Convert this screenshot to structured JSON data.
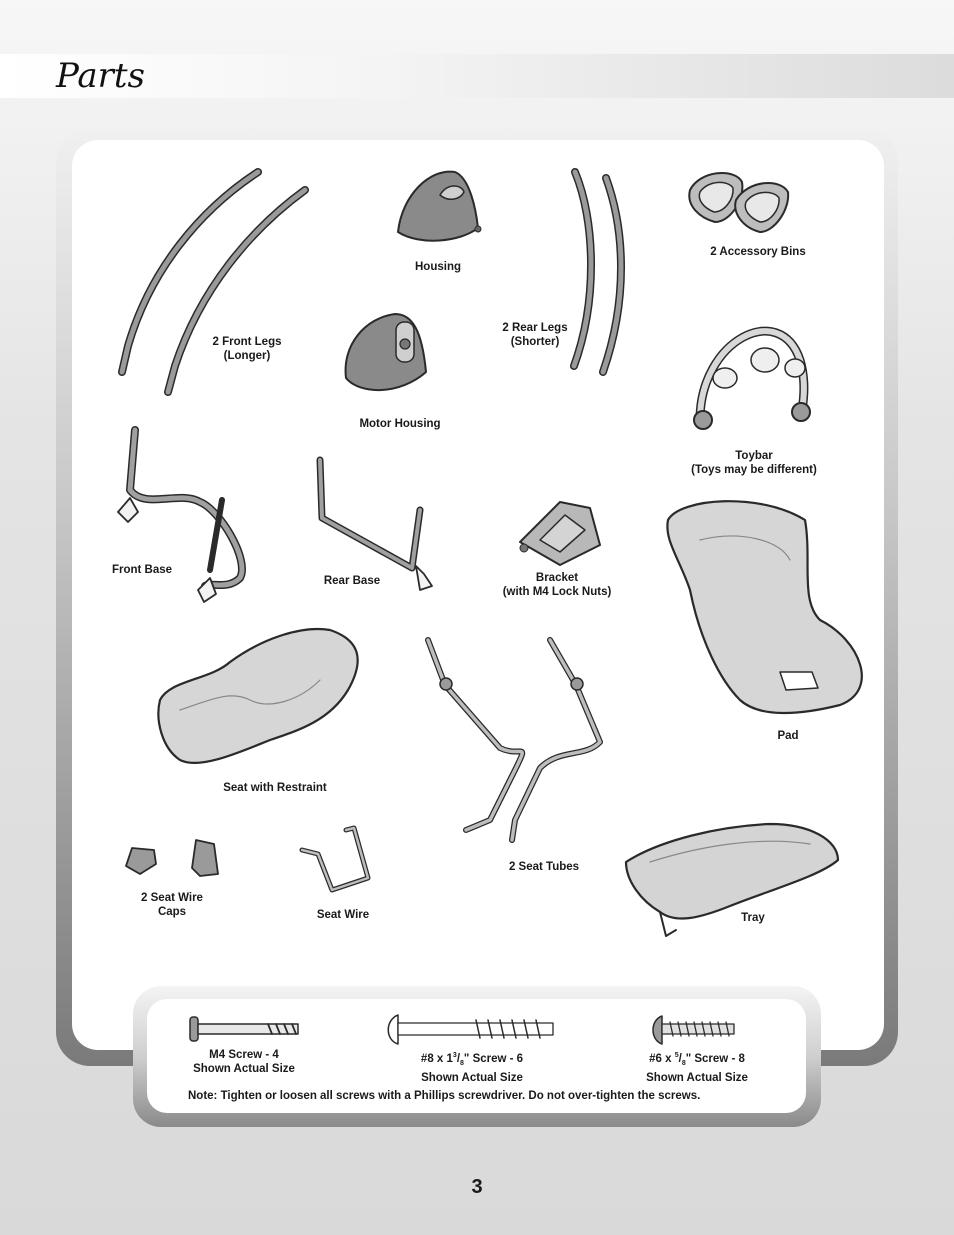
{
  "page": {
    "title": "Parts",
    "page_number": "3"
  },
  "parts": {
    "front_legs": [
      "2 Front Legs",
      "(Longer)"
    ],
    "housing": "Housing",
    "rear_legs": [
      "2 Rear Legs",
      "(Shorter)"
    ],
    "accessory_bins": "2 Accessory Bins",
    "motor_housing": "Motor Housing",
    "toybar": [
      "Toybar",
      "(Toys may be different)"
    ],
    "front_base": "Front Base",
    "rear_base": "Rear Base",
    "bracket": [
      "Bracket",
      "(with M4 Lock Nuts)"
    ],
    "pad": "Pad",
    "seat_with_restraint": "Seat with Restraint",
    "seat_tubes": "2 Seat Tubes",
    "seat_wire_caps": [
      "2 Seat Wire",
      "Caps"
    ],
    "seat_wire": "Seat Wire",
    "tray": "Tray"
  },
  "screws": {
    "m4": {
      "name": "M4 Screw - 4",
      "note": "Shown Actual Size"
    },
    "no8": {
      "name_pre": "#8 x 1",
      "frac_num": "3",
      "frac_den": "8",
      "name_post": "\" Screw - 6",
      "note": "Shown Actual Size"
    },
    "no6": {
      "name_pre": "#6 x ",
      "frac_num": "5",
      "frac_den": "8",
      "name_post": "\" Screw - 8",
      "note": "Shown Actual Size"
    }
  },
  "note": "Note: Tighten or loosen all screws with a Phillips screwdriver. Do not over-tighten the screws."
}
